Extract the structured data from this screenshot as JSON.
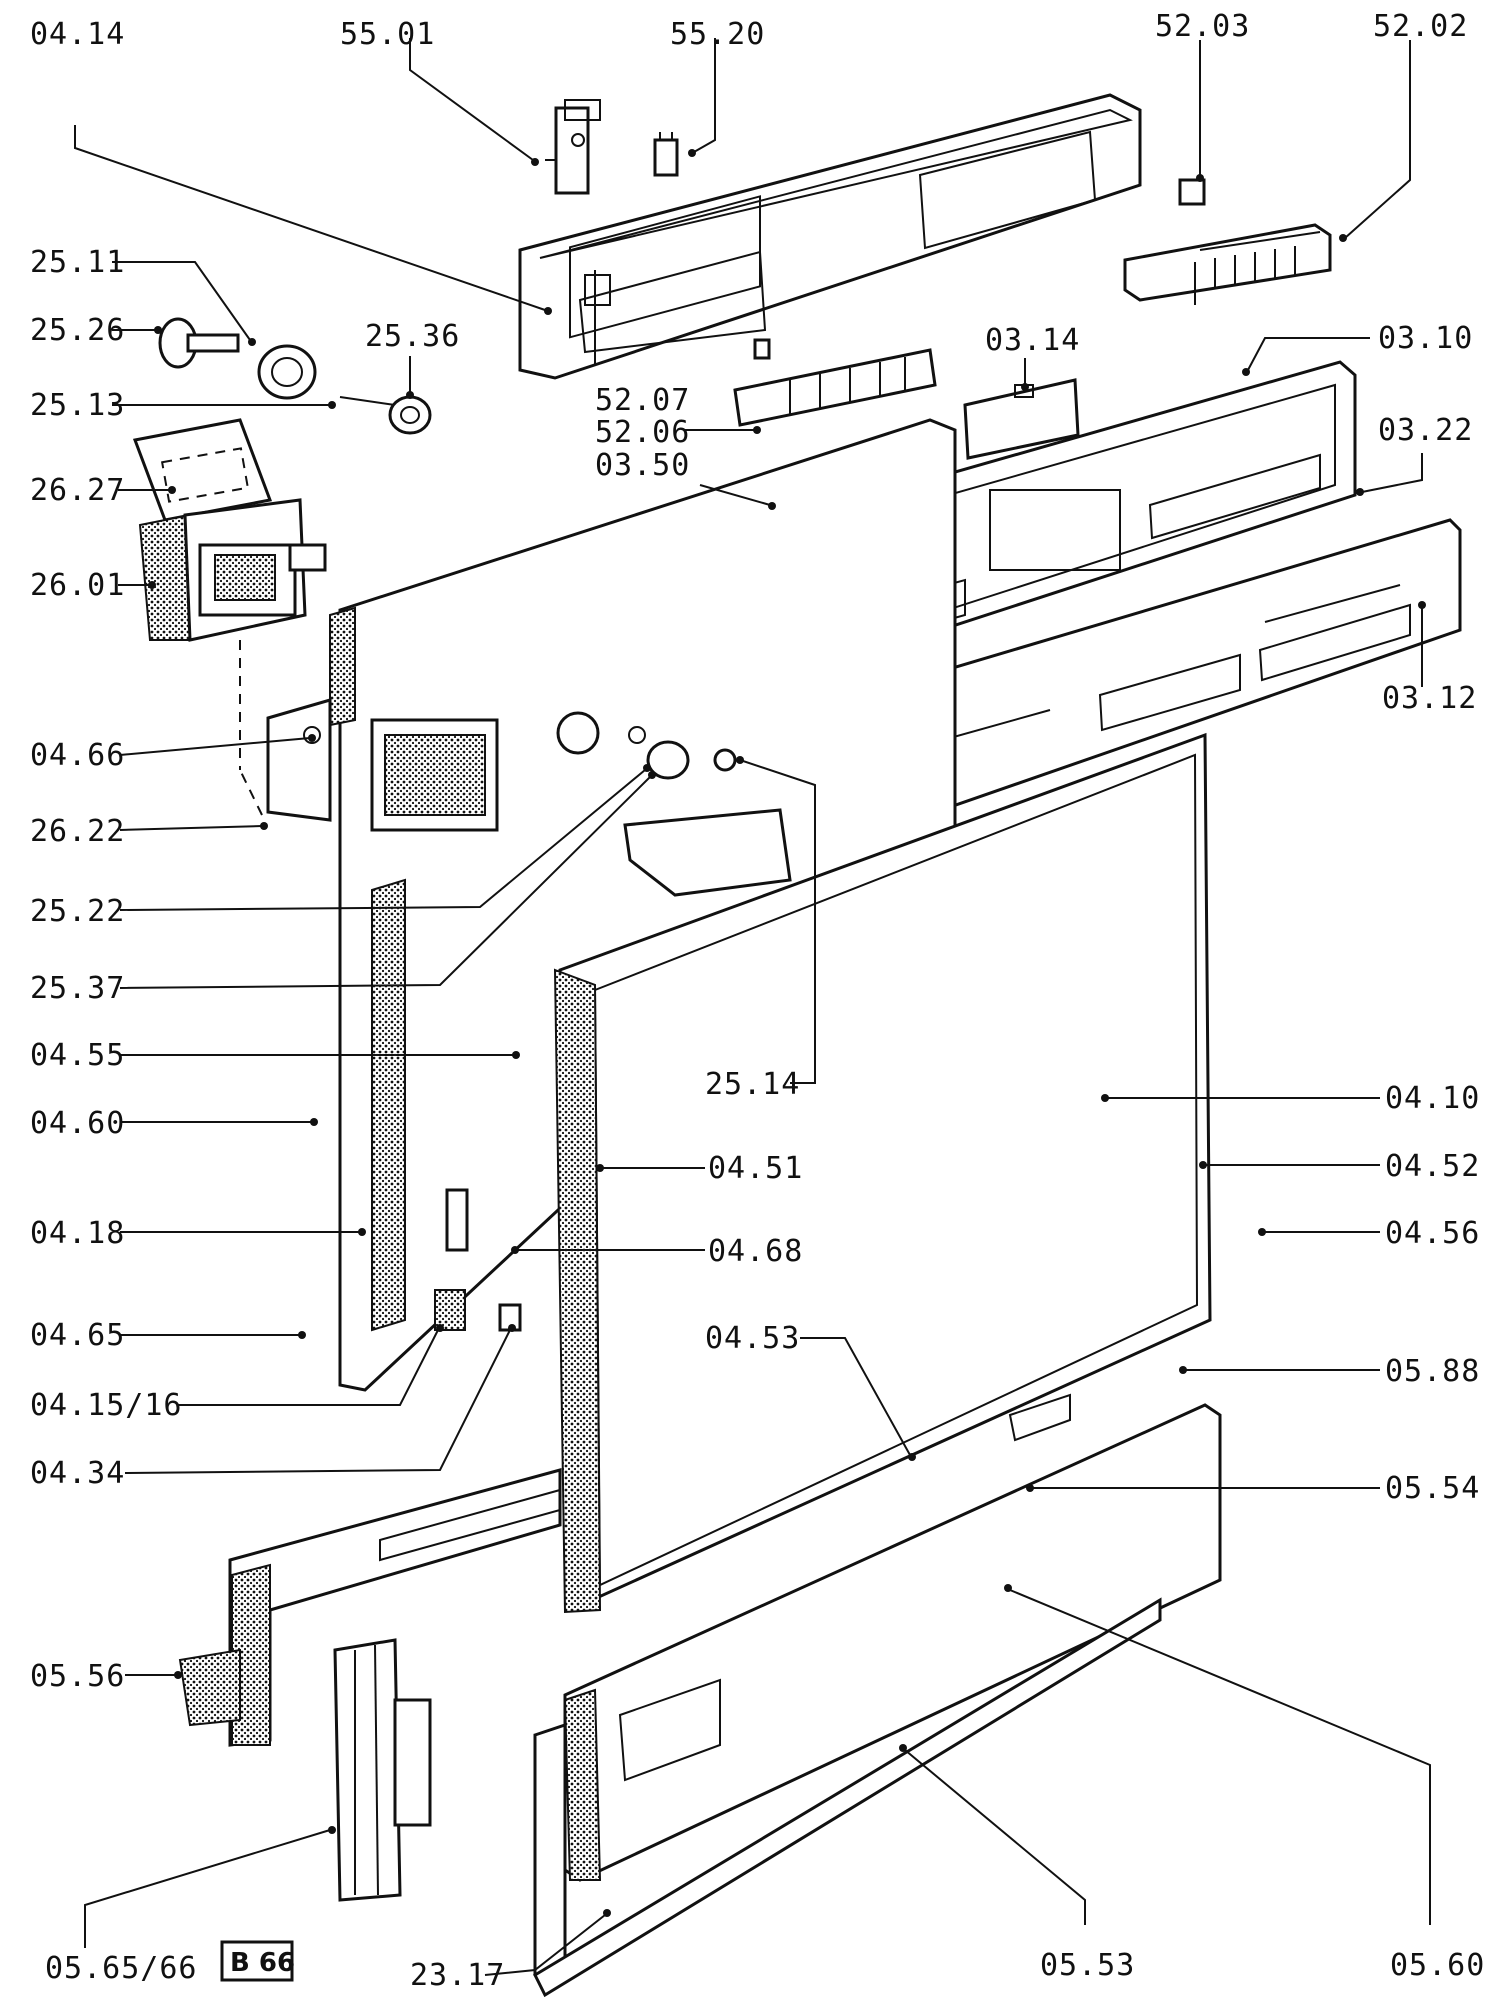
{
  "figure_code": "B 66",
  "labels": [
    {
      "id": "p0414",
      "text": "04.14"
    },
    {
      "id": "p5501",
      "text": "55.01"
    },
    {
      "id": "p5520",
      "text": "55.20"
    },
    {
      "id": "p5203",
      "text": "52.03"
    },
    {
      "id": "p5202",
      "text": "52.02"
    },
    {
      "id": "p2511",
      "text": "25.11"
    },
    {
      "id": "p2526",
      "text": "25.26"
    },
    {
      "id": "p2536",
      "text": "25.36"
    },
    {
      "id": "p2513",
      "text": "25.13"
    },
    {
      "id": "p2627",
      "text": "26.27"
    },
    {
      "id": "p2601",
      "text": "26.01"
    },
    {
      "id": "p5207",
      "text": "52.07"
    },
    {
      "id": "p5206",
      "text": "52.06"
    },
    {
      "id": "p0350",
      "text": "03.50"
    },
    {
      "id": "p0314",
      "text": "03.14"
    },
    {
      "id": "p0310",
      "text": "03.10"
    },
    {
      "id": "p0322",
      "text": "03.22"
    },
    {
      "id": "p0312",
      "text": "03.12"
    },
    {
      "id": "p0466",
      "text": "04.66"
    },
    {
      "id": "p2622",
      "text": "26.22"
    },
    {
      "id": "p2522",
      "text": "25.22"
    },
    {
      "id": "p2537",
      "text": "25.37"
    },
    {
      "id": "p0455",
      "text": "04.55"
    },
    {
      "id": "p2514",
      "text": "25.14"
    },
    {
      "id": "p0460",
      "text": "04.60"
    },
    {
      "id": "p0410",
      "text": "04.10"
    },
    {
      "id": "p0451",
      "text": "04.51"
    },
    {
      "id": "p0452",
      "text": "04.52"
    },
    {
      "id": "p0418",
      "text": "04.18"
    },
    {
      "id": "p0468",
      "text": "04.68"
    },
    {
      "id": "p0456",
      "text": "04.56"
    },
    {
      "id": "p0465",
      "text": "04.65"
    },
    {
      "id": "p0453a",
      "text": "04.53"
    },
    {
      "id": "p0588",
      "text": "05.88"
    },
    {
      "id": "p041516",
      "text": "04.15/16"
    },
    {
      "id": "p0434",
      "text": "04.34"
    },
    {
      "id": "p0554",
      "text": "05.54"
    },
    {
      "id": "p0556",
      "text": "05.56"
    },
    {
      "id": "p056566",
      "text": "05.65/66"
    },
    {
      "id": "p2317",
      "text": "23.17"
    },
    {
      "id": "p0553",
      "text": "05.53"
    },
    {
      "id": "p0560",
      "text": "05.60"
    }
  ]
}
